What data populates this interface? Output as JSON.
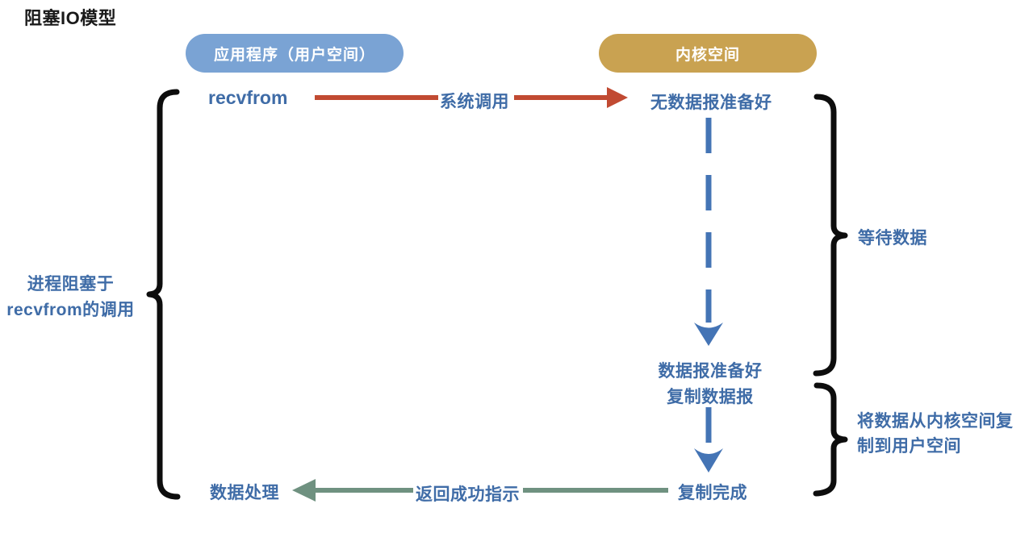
{
  "title": "阻塞IO模型",
  "headers": {
    "user_space": "应用程序（用户空间）",
    "kernel_space": "内核空间"
  },
  "nodes": {
    "recvfrom": "recvfrom",
    "no_datagram_ready": "无数据报准备好",
    "datagram_ready": "数据报准备好",
    "copy_datagram": "复制数据报",
    "copy_complete": "复制完成",
    "data_process": "数据处理"
  },
  "arrows": {
    "syscall_label": "系统调用",
    "return_label": "返回成功指示"
  },
  "braces": {
    "left_label_line1": "进程阻塞于",
    "left_label_line2": "recvfrom的调用",
    "wait_label": "等待数据",
    "copy_label_line1": "将数据从内核空间复",
    "copy_label_line2": "制到用户空间"
  },
  "colors": {
    "user_pill": "#7aa3d4",
    "kernel_pill": "#c9a251",
    "blue_text": "#3f6ca7",
    "syscall_arrow": "#c14a32",
    "return_arrow": "#6f9180",
    "dashed_arrow": "#4474b5",
    "brace": "#0d0d0d",
    "title_text": "#1a1a1a",
    "background": "#ffffff"
  }
}
